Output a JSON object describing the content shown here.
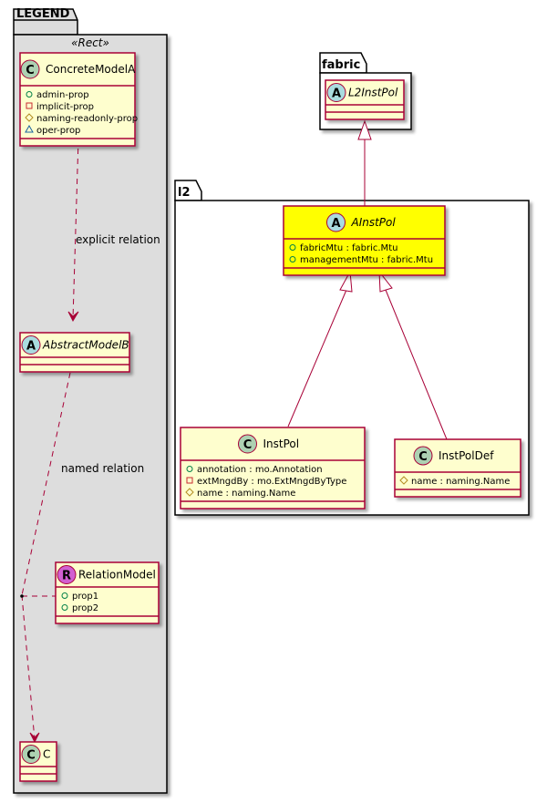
{
  "packages": {
    "legend": {
      "name": "LEGEND",
      "stereotype": "«Rect»"
    },
    "fabric": {
      "name": "fabric"
    },
    "l2": {
      "name": "l2"
    }
  },
  "classes": {
    "concrete_model_a": {
      "kind": "C",
      "name": "ConcreteModelA",
      "attributes": [
        {
          "visibility": "public",
          "text": "admin-prop"
        },
        {
          "visibility": "private",
          "text": "implicit-prop"
        },
        {
          "visibility": "protected",
          "text": "naming-readonly-prop"
        },
        {
          "visibility": "package",
          "text": "oper-prop"
        }
      ]
    },
    "abstract_model_b": {
      "kind": "A",
      "name": "AbstractModelB",
      "attributes": []
    },
    "relation_model": {
      "kind": "R",
      "name": "RelationModel",
      "attributes": [
        {
          "visibility": "public",
          "text": "prop1"
        },
        {
          "visibility": "public",
          "text": "prop2"
        }
      ]
    },
    "c": {
      "kind": "C",
      "name": "C",
      "attributes": []
    },
    "l2_inst_pol": {
      "kind": "A",
      "name": "L2InstPol",
      "attributes": []
    },
    "a_inst_pol": {
      "kind": "A",
      "name": "AInstPol",
      "highlight": "#FFFF00",
      "attributes": [
        {
          "visibility": "public",
          "text": "fabricMtu : fabric.Mtu"
        },
        {
          "visibility": "public",
          "text": "managementMtu : fabric.Mtu"
        }
      ]
    },
    "inst_pol": {
      "kind": "C",
      "name": "InstPol",
      "attributes": [
        {
          "visibility": "public",
          "text": "annotation : mo.Annotation"
        },
        {
          "visibility": "private",
          "text": "extMngdBy : mo.ExtMngdByType"
        },
        {
          "visibility": "protected",
          "text": "name : naming.Name"
        }
      ]
    },
    "inst_pol_def": {
      "kind": "C",
      "name": "InstPolDef",
      "attributes": [
        {
          "visibility": "protected",
          "text": "name : naming.Name"
        }
      ]
    }
  },
  "relations": {
    "explicit": {
      "label": "explicit relation"
    },
    "named": {
      "label": "named relation"
    }
  },
  "colors": {
    "class_fill": "#FEFECE",
    "class_border": "#A80036",
    "highlight_fill": "#FFFF00",
    "legend_fill": "#DDDDDD",
    "badge_class": "#ADD1B2",
    "badge_abstract": "#A9DCDF",
    "badge_relation": "#D15FD1",
    "vis_public": "#038048",
    "vis_private": "#C82930",
    "vis_protected": "#B38D22",
    "vis_package": "#1963A0"
  }
}
